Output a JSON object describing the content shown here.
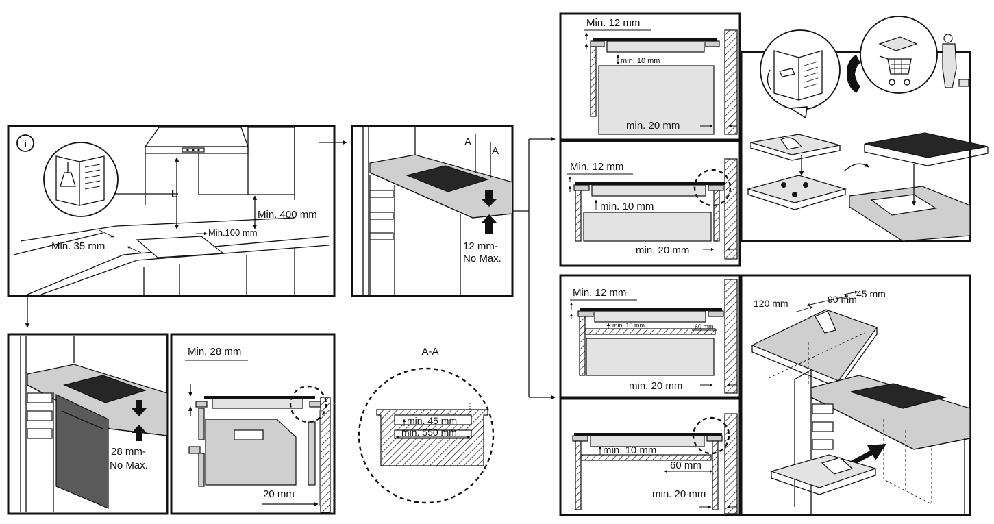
{
  "panel1": {
    "info_symbol": "i",
    "label_L": "L",
    "min_400": "Min. 400 mm",
    "min_100": "Min.100 mm",
    "min_35": "Min. 35 mm"
  },
  "panel2": {
    "section_a1": "A",
    "section_a2": "A",
    "thickness_line1": "12 mm-",
    "thickness_line2": "No Max."
  },
  "panel3": {
    "thickness_line1": "28 mm-",
    "thickness_line2": "No Max."
  },
  "panel4": {
    "min_28": "Min. 28 mm",
    "dim_20": "20 mm"
  },
  "section_aa": {
    "title": "A-A",
    "min_45": "min. 45 mm",
    "min_550": "min. 550 mm"
  },
  "panel5": {
    "min_12": "Min. 12 mm",
    "min_10": "min. 10 mm",
    "min_20": "min. 20 mm"
  },
  "panel6": {
    "min_12": "Min. 12 mm",
    "min_10": "min. 10 mm",
    "min_20": "min. 20 mm"
  },
  "panel7": {
    "min_12": "Min. 12 mm",
    "min_10": "min. 10 mm",
    "dim_60": "60 mm",
    "min_20": "min. 20 mm"
  },
  "panel8": {
    "min_10": "min. 10 mm",
    "dim_60": "60 mm",
    "min_20": "min. 20 mm"
  },
  "panel10": {
    "dim_120": "120 mm",
    "dim_90": "90 mm",
    "dim_45": "45 mm"
  }
}
